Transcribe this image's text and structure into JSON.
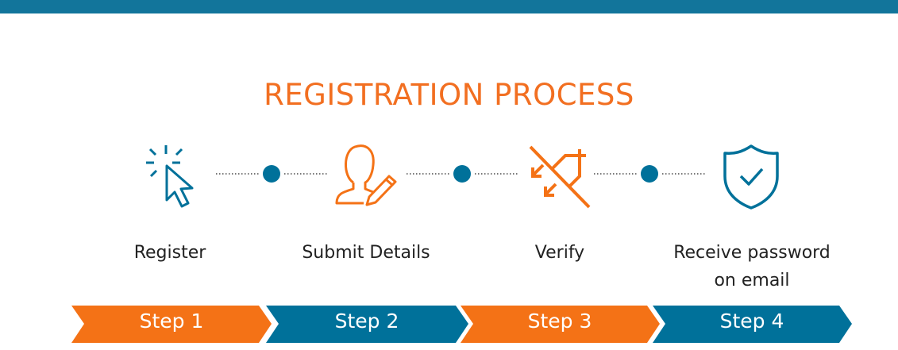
{
  "title": "REGISTRATION PROCESS",
  "colors": {
    "orange": "#f47216",
    "blue": "#00719a",
    "topbar": "#12759b"
  },
  "steps": [
    {
      "icon": "cursor-click-icon",
      "label": "Register",
      "step": "Step 1"
    },
    {
      "icon": "user-edit-icon",
      "label": "Submit Details",
      "step": "Step 2"
    },
    {
      "icon": "verify-crop-icon",
      "label": "Verify",
      "step": "Step 3"
    },
    {
      "icon": "shield-check-icon",
      "label": "Receive password on email",
      "step": "Step 4"
    }
  ]
}
